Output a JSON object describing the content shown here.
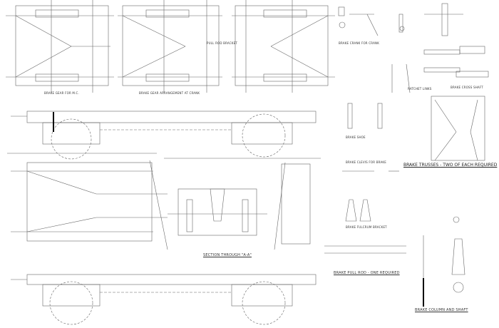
{
  "captions": {
    "top_left": "BRAKE GEAR FOR M.C.",
    "top_mid": "BRAKE GEAR ARRANGEMENT AT CRANK",
    "pull_rod_note": "PULL ROD BRACKET",
    "section": "SECTION THROUGH \"A-A\"",
    "trusses": "BRAKE TRUSSES - TWO OF EACH REQUIRED",
    "pull_rod": "BRAKE PULL ROD - ONE REQUIRED",
    "column": "BRAKE COLUMN AND SHAFT",
    "brake_shoe": "BRAKE SHOE",
    "detail_a": "BRAKE CRANK FOR CRANK",
    "detail_b": "BRAKE CLEVIS FOR BRAKE",
    "detail_c": "BRAKE CROSS SHAFT",
    "detail_d": "RATCHET LINKS",
    "bracket": "BRAKE FULCRUM BRACKET"
  },
  "colors": {
    "line": "#555555",
    "paper": "#ffffff"
  }
}
